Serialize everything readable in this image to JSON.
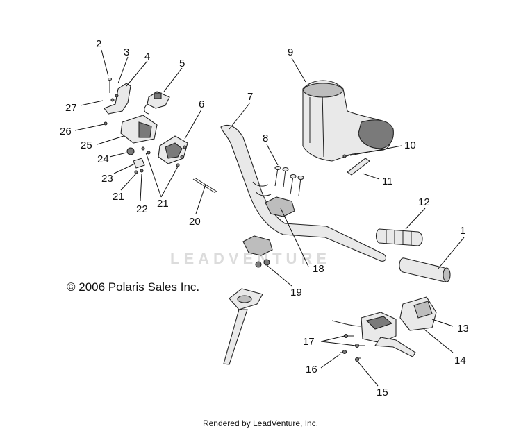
{
  "copyright": "© 2006 Polaris Sales Inc.",
  "footer": "Rendered by LeadVenture, Inc.",
  "watermark": "LEADVENTURE",
  "callouts": [
    "1",
    "2",
    "3",
    "4",
    "5",
    "6",
    "7",
    "8",
    "9",
    "10",
    "11",
    "12",
    "13",
    "14",
    "15",
    "16",
    "17",
    "18",
    "19",
    "20",
    "21",
    "21",
    "22",
    "23",
    "24",
    "25",
    "26",
    "27"
  ]
}
